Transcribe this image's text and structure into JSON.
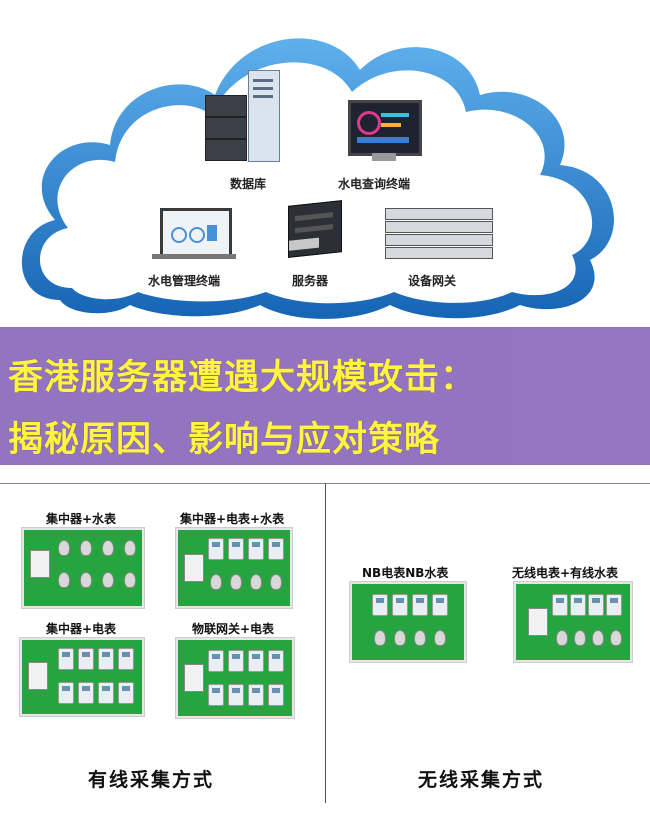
{
  "cloud": {
    "database_label": "数据库",
    "query_terminal_label": "水电查询终端",
    "management_terminal_label": "水电管理终端",
    "server_label": "服务器",
    "gateway_label": "设备网关"
  },
  "banner": {
    "line1": "香港服务器遭遇大规模攻击：",
    "line2": "揭秘原因、影响与应对策略"
  },
  "wired": {
    "panel1_title": "集中器+水表",
    "panel2_title": "集中器+电表+水表",
    "panel3_title": "集中器+电表",
    "panel4_title": "物联网关+电表",
    "footer": "有线采集方式"
  },
  "wireless": {
    "panel1_title": "NB电表NB水表",
    "panel2_title": "无线电表+有线水表",
    "footer": "无线采集方式"
  },
  "colors": {
    "banner_bg": "#8f6fbf",
    "banner_text": "#fff43a",
    "board_green": "#25a440",
    "cloud_blue": "#1e78c8"
  }
}
